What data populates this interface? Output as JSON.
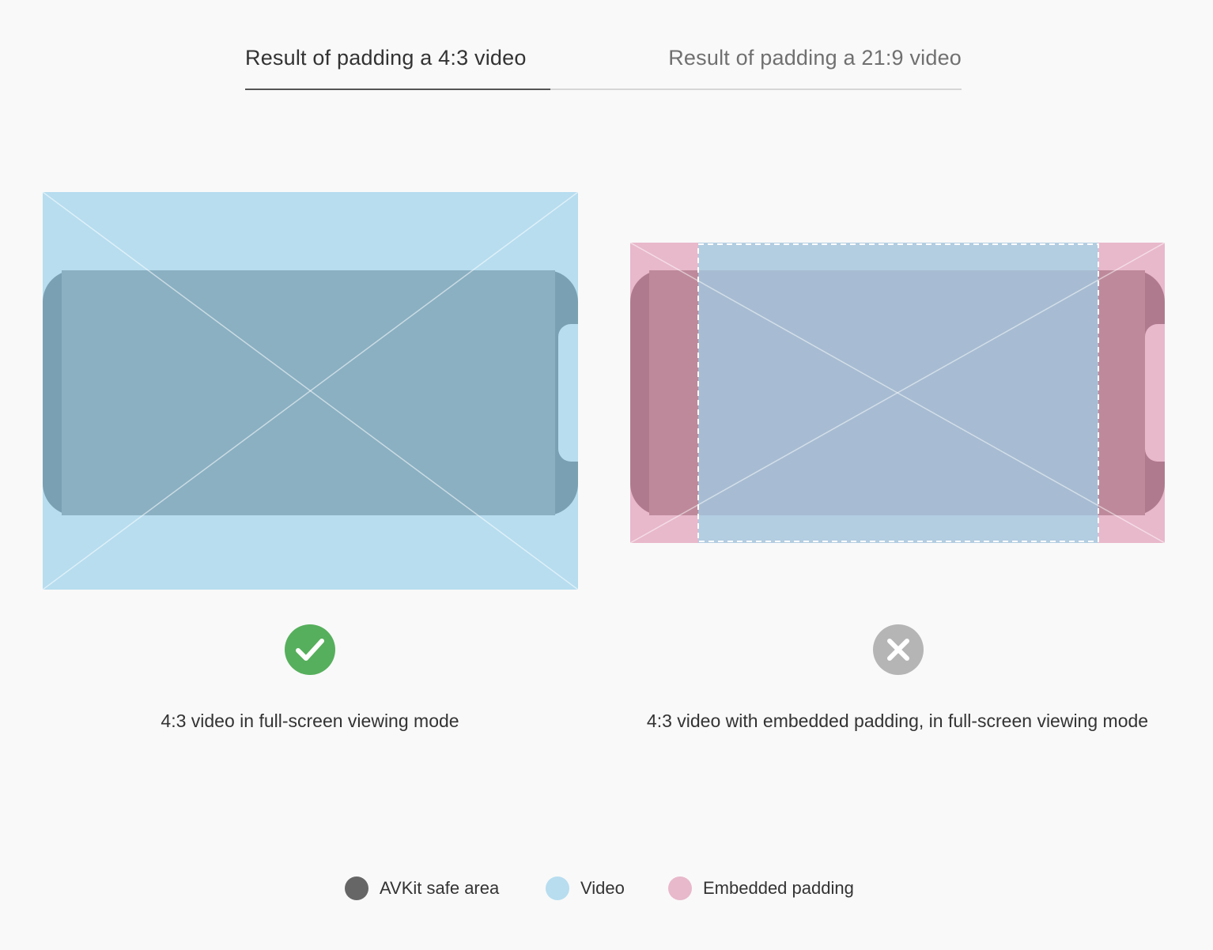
{
  "tabs": [
    {
      "label": "Result of padding a 4:3 video",
      "active": true
    },
    {
      "label": "Result of padding a 21:9 video",
      "active": false
    }
  ],
  "panels": [
    {
      "caption": "4:3 video in full-screen viewing mode",
      "status": "correct",
      "status_icon": "checkmark-icon"
    },
    {
      "caption": "4:3 video with embedded padding, in full-screen viewing mode",
      "status": "incorrect",
      "status_icon": "x-mark-icon"
    }
  ],
  "legend": [
    {
      "label": "AVKit safe area",
      "color": "#666666"
    },
    {
      "label": "Video",
      "color": "#b7ddef"
    },
    {
      "label": "Embedded padding",
      "color": "#e8b8cb"
    }
  ],
  "colors": {
    "video": "#b7ddef",
    "safe_area": "#666666",
    "padding": "#e8b8cb",
    "check_green": "#56af5c",
    "x_gray": "#b5b5b5",
    "background": "#f9f9f9"
  }
}
